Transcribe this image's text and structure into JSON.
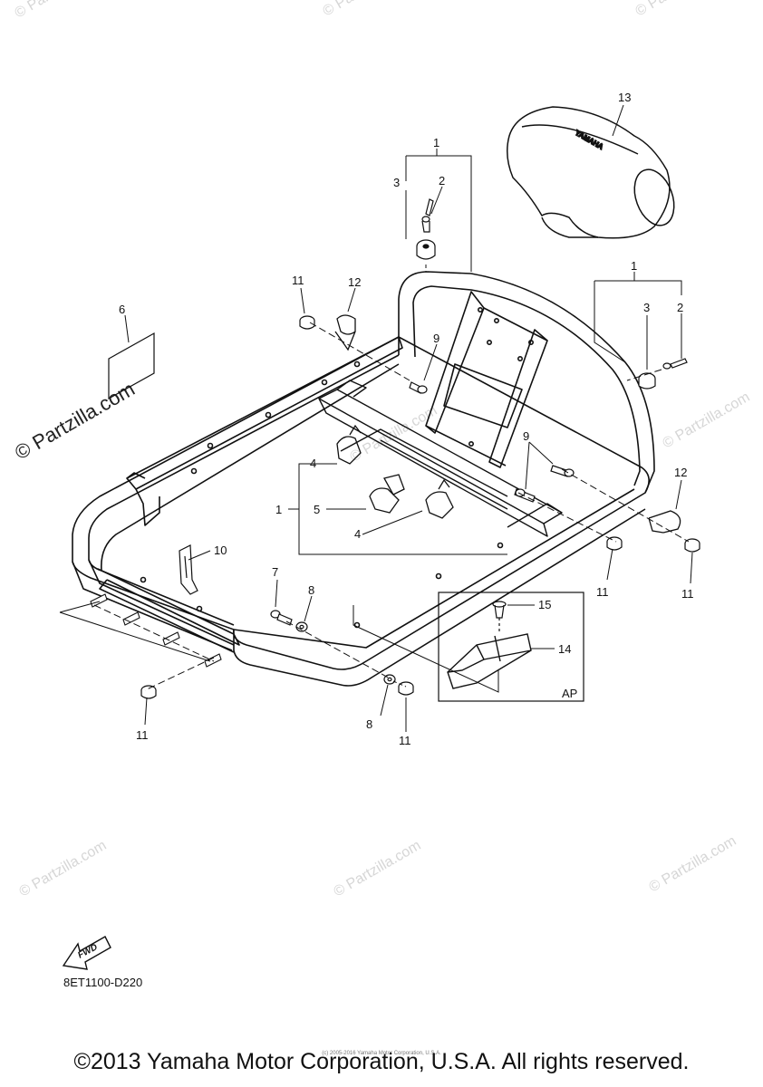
{
  "watermark_text": "© Partzilla.com",
  "faded_watermark_text": "© Partzilla.com",
  "labels": {
    "p1_top": "1",
    "p2_top": "2",
    "p3_top": "3",
    "p1_right": "1",
    "p2_right": "2",
    "p3_right": "3",
    "p1_left": "1",
    "p4_upper": "4",
    "p4_lower": "4",
    "p5": "5",
    "p6": "6",
    "p7": "7",
    "p8_upper": "8",
    "p8_lower": "8",
    "p9_center": "9",
    "p9_right": "9",
    "p10": "10",
    "p11_topleft": "11",
    "p11_bottomleft": "11",
    "p11_bottom": "11",
    "p11_right1": "11",
    "p11_right2": "11",
    "p12_top": "12",
    "p12_right": "12",
    "p13": "13",
    "p14": "14",
    "p15": "15",
    "ap": "AP"
  },
  "fwd_text": "FWD",
  "diagram_code": "8ET1100-D220",
  "copyright": "©2013 Yamaha Motor Corporation, U.S.A. All rights reserved.",
  "tiny_credit": "(c) 2005-2016 Yamaha Motor Corporation, U.S.A.",
  "handle_logo": "YAMAHA",
  "colors": {
    "line": "#111111",
    "watermark": "#d6d6d6",
    "background": "#ffffff"
  }
}
